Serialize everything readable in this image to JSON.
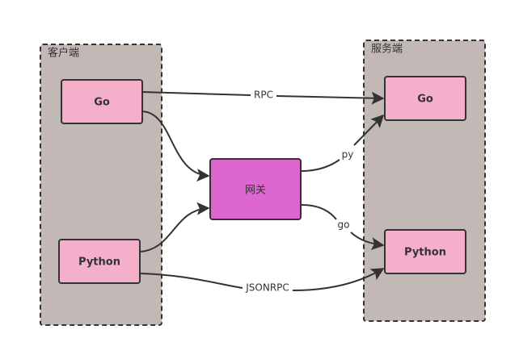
{
  "containers": {
    "client": {
      "label": "客户端"
    },
    "server": {
      "label": "服务端"
    }
  },
  "nodes": {
    "client_go": {
      "label": "Go"
    },
    "client_python": {
      "label": "Python"
    },
    "gateway": {
      "label": "网关"
    },
    "server_go": {
      "label": "Go"
    },
    "server_python": {
      "label": "Python"
    }
  },
  "edges": {
    "rpc": {
      "label": "RPC",
      "from": "client_go",
      "to": "server_go"
    },
    "client_go_gateway": {
      "label": "",
      "from": "client_go",
      "to": "gateway"
    },
    "client_python_gateway": {
      "label": "",
      "from": "client_python",
      "to": "gateway"
    },
    "py": {
      "label": "py",
      "from": "gateway",
      "to": "server_go"
    },
    "go": {
      "label": "go",
      "from": "gateway",
      "to": "server_python"
    },
    "jsonrpc": {
      "label": "JSONRPC",
      "from": "client_python",
      "to": "server_python"
    }
  },
  "colors": {
    "container_fill": "#c2b8b6",
    "node_fill": "#f4afcb",
    "gateway_fill": "#de66cf",
    "stroke": "#333333"
  }
}
